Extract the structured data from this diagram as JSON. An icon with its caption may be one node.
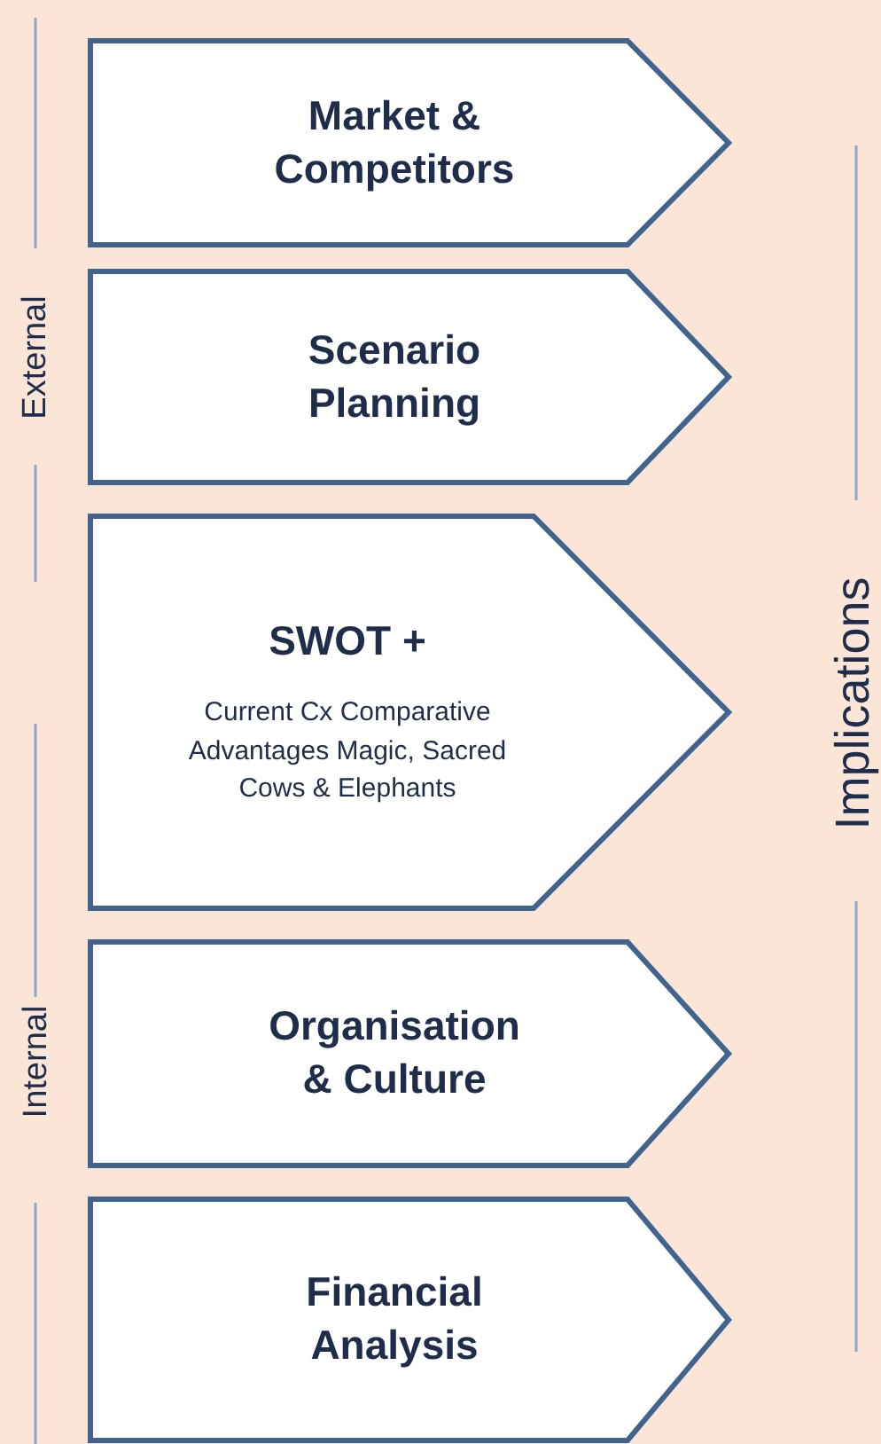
{
  "diagram": {
    "nodes": [
      {
        "text": [
          "Market & Competitors"
        ]
      },
      {
        "text": [
          "Scenario Planning"
        ]
      },
      {
        "text": [
          "SWOT +",
          "Current Cx Comparative Advantages Magic, Sacred Cows & Elephants"
        ]
      },
      {
        "text": [
          "Organisation & Culture"
        ]
      },
      {
        "text": [
          "Financial Analysis"
        ]
      }
    ],
    "labels": [
      "External",
      "Internal",
      "Implications"
    ]
  }
}
